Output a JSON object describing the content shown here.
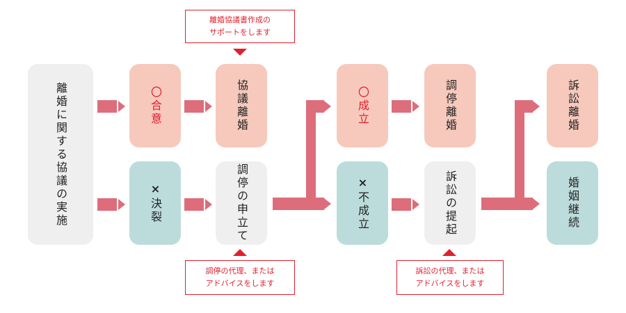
{
  "colors": {
    "start_box": "#efefef",
    "agree_box": "#f6c9bc",
    "fail_box": "#bcdcdc",
    "procedure_box": "#efefef",
    "arrow": "#dd6d7b",
    "note_border": "#e0202e",
    "note_text": "#e0202e"
  },
  "boxes": {
    "start": "離婚に関する協議の実施",
    "agree_mark": "〇",
    "agree_text": "合意",
    "agree_result": "協議離婚",
    "fail_mark": "×",
    "fail_text": "決裂",
    "mediation_apply": "調停の申立て",
    "success_mark": "〇",
    "success_text": "成立",
    "mediation_divorce": "調停離婚",
    "nosuccess_mark": "×",
    "nosuccess_text": "不成立",
    "lawsuit_file": "訴訟の提起",
    "lawsuit_divorce": "訴訟離婚",
    "marriage_continue": "婚姻継続"
  },
  "notes": {
    "top_line1": "離婚協議書作成の",
    "top_line2": "サポートをします",
    "mid_line1": "調停の代理、または",
    "mid_line2": "アドバイスをします",
    "right_line1": "訴訟の代理、または",
    "right_line2": "アドバイスをします"
  }
}
